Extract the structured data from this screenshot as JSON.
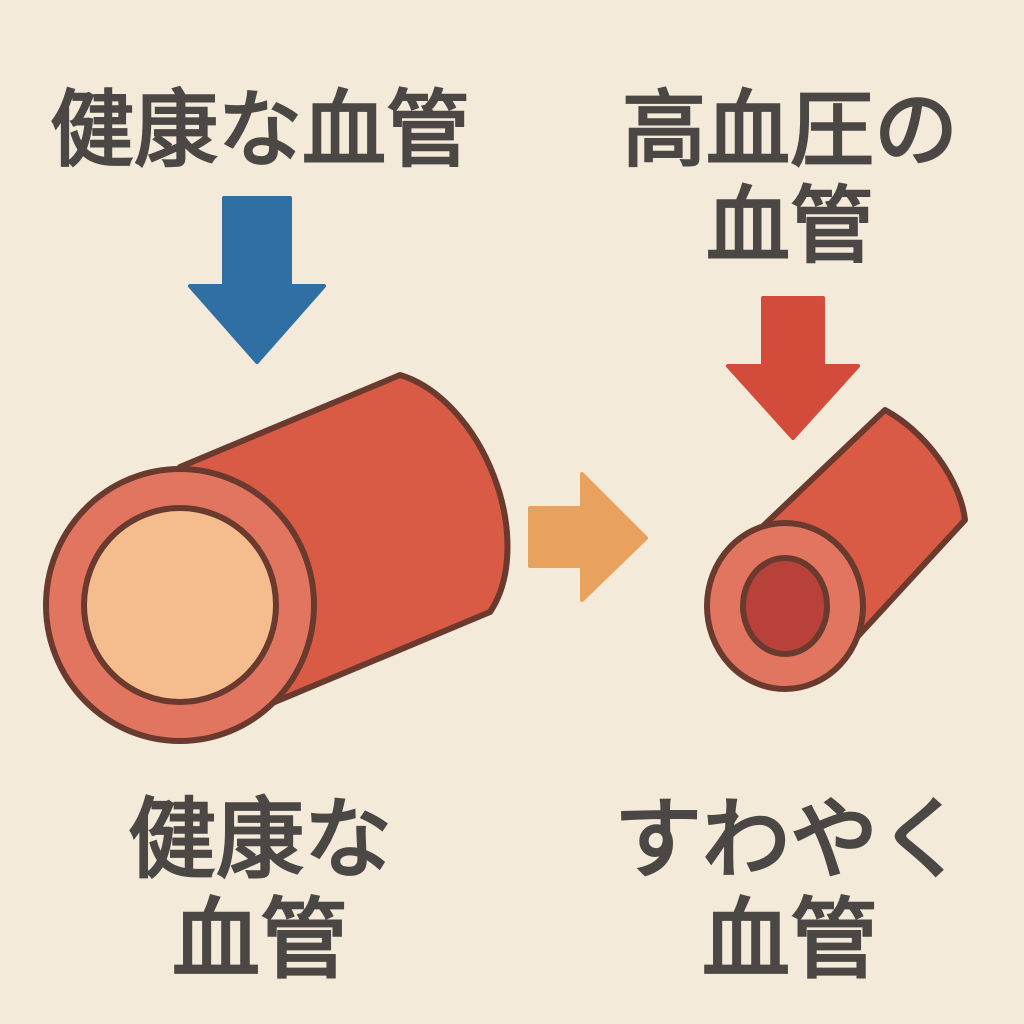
{
  "left": {
    "title": "健康な血管",
    "caption_line1": "健康な",
    "caption_line2": "血管"
  },
  "right": {
    "title_line1": "高血圧の",
    "title_line2": "血管",
    "caption_line1": "すわやく",
    "caption_line2": "血管"
  },
  "colors": {
    "background": "#f4ead9",
    "text": "#4a4744",
    "vessel_wall": "#d95b45",
    "vessel_face": "#e27560",
    "outline": "#6b3a2e",
    "healthy_lumen": "#f5bd8d",
    "narrow_lumen": "#b8413a",
    "arrow_healthy": "#2f6fa3",
    "arrow_hypertension": "#d34c3b",
    "arrow_transition": "#e8a25d"
  },
  "icons": {
    "left_pressure_arrow": "down-arrow-icon",
    "right_pressure_arrow": "down-arrow-icon",
    "transition_arrow": "right-arrow-icon"
  }
}
